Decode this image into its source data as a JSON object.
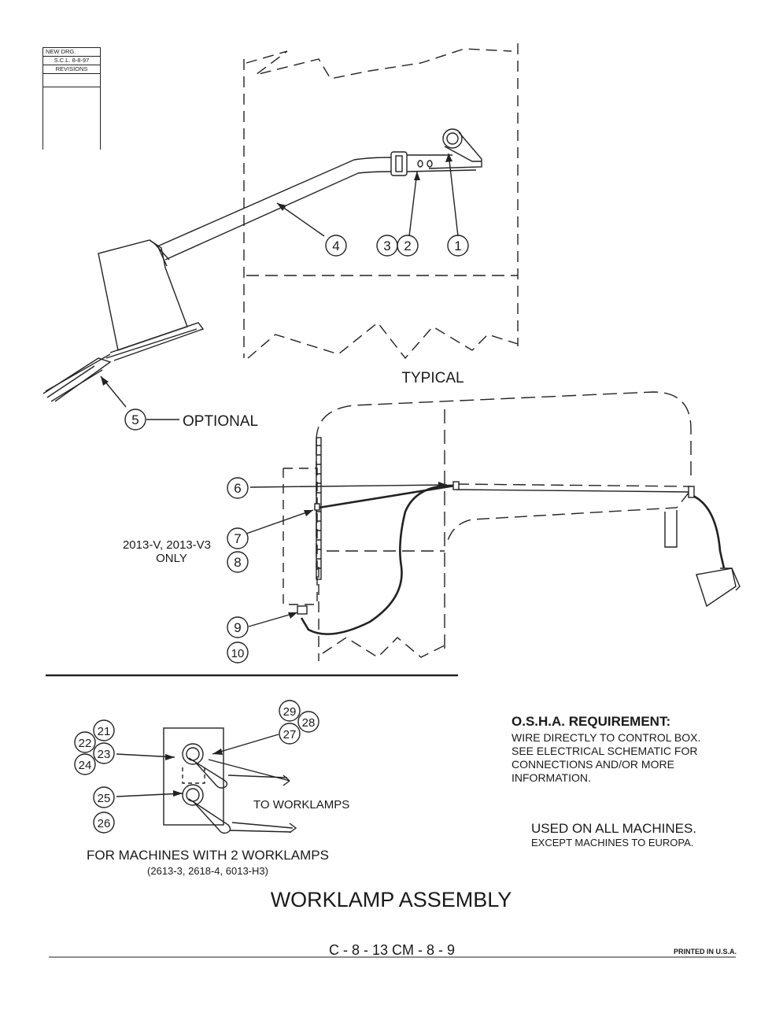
{
  "revision_block": {
    "line1": "NEW DRG.",
    "line2": "S.C.L.  8-8-97",
    "revisions": "REVISIONS"
  },
  "upper_view": {
    "label": "TYPICAL",
    "callouts": [
      "4",
      "3",
      "2",
      "1",
      "5"
    ],
    "optional_label": "OPTIONAL"
  },
  "middle_view": {
    "callouts": [
      "6",
      "7",
      "8",
      "9",
      "10"
    ],
    "model_note_line1": "2013-V, 2013-V3",
    "model_note_line2": "ONLY"
  },
  "switch_view": {
    "callouts": [
      "21",
      "22",
      "23",
      "24",
      "25",
      "26",
      "27",
      "28",
      "29"
    ],
    "to_worklamps": "TO WORKLAMPS",
    "caption_line1": "FOR MACHINES WITH 2 WORKLAMPS",
    "caption_line2": "(2613-3, 2618-4, 6013-H3)"
  },
  "osha": {
    "heading": "O.S.H.A. REQUIREMENT:",
    "lines": [
      "WIRE DIRECTLY TO CONTROL BOX.",
      "SEE ELECTRICAL SCHEMATIC FOR",
      "CONNECTIONS AND/OR MORE",
      "INFORMATION."
    ]
  },
  "usage": {
    "line1": "USED ON ALL MACHINES.",
    "line2": "EXCEPT MACHINES TO EUROPA."
  },
  "title": "WORKLAMP ASSEMBLY",
  "footer": {
    "page_code": "C - 8 - 13    CM - 8 - 9",
    "printed": "PRINTED IN U.S.A."
  }
}
